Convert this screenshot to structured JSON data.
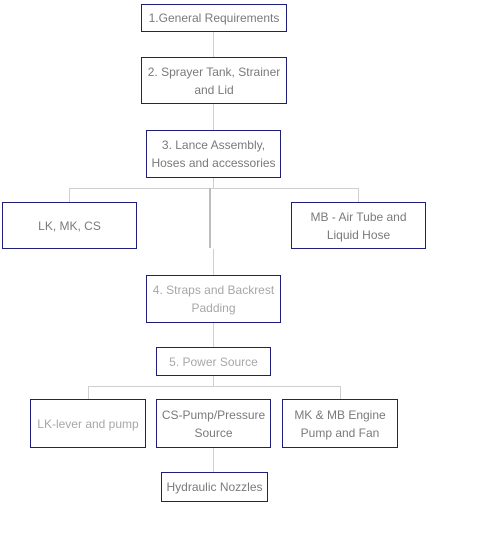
{
  "nodes": {
    "general": "1.General Requirements",
    "sprayer_tank": "2. Sprayer Tank, Strainer and Lid",
    "lance_assembly": "3. Lance Assembly, Hoses and accessories",
    "lk_mk_cs": "LK, MK, CS",
    "mb_air_tube": "MB - Air Tube and Liquid Hose",
    "straps": "4. Straps and Backrest Padding",
    "power_source": "5. Power Source",
    "lk_lever": "LK-lever and pump",
    "cs_pump": "CS-Pump/Pressure Source",
    "mk_mb_engine": "MK & MB Engine Pump and Fan",
    "hydraulic_nozzles": "Hydraulic Nozzles"
  }
}
